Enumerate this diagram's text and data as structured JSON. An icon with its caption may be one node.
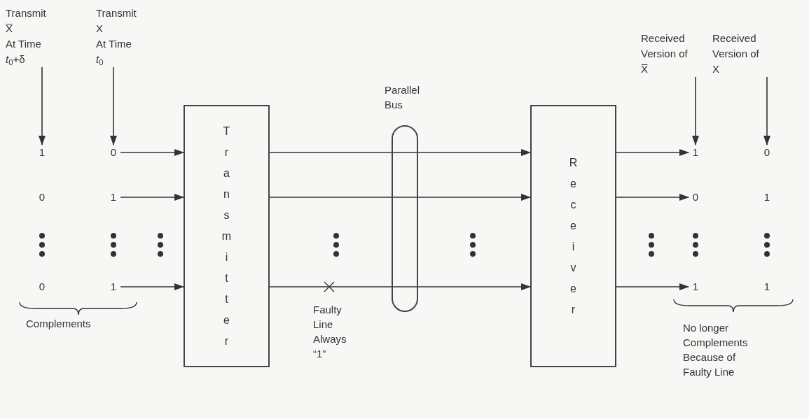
{
  "diagram": {
    "nodes": [
      {
        "text": [
          "Transmit",
          "X̅",
          "At Time",
          "*t*$_{0}$+δ"
        ]
      },
      {
        "text": [
          "Transmit",
          "X",
          "At Time",
          "*t*$_{0}$"
        ]
      },
      {
        "text": [
          "Received",
          "Version of",
          "X̅"
        ]
      },
      {
        "text": [
          "Received",
          "Version of",
          "X"
        ]
      },
      {
        "text": [
          "1"
        ]
      },
      {
        "text": [
          "0"
        ]
      },
      {
        "text": [
          "0"
        ]
      },
      {
        "text": [
          "1"
        ]
      },
      {
        "text": [
          "0"
        ]
      },
      {
        "text": [
          "1"
        ]
      },
      {
        "text": [
          "Transmitter"
        ]
      },
      {
        "text": [
          "Receiver"
        ]
      },
      {
        "text": [
          "1"
        ]
      },
      {
        "text": [
          "0"
        ]
      },
      {
        "text": [
          "0"
        ]
      },
      {
        "text": [
          "1"
        ]
      },
      {
        "text": [
          "1"
        ]
      },
      {
        "text": [
          "1"
        ]
      }
    ],
    "edges": [
      {
        "from": 0,
        "to": 4,
        "arrow": "to"
      },
      {
        "from": 1,
        "to": 5,
        "arrow": "to"
      },
      {
        "from": 2,
        "to": 12,
        "arrow": "to"
      },
      {
        "from": 3,
        "to": 13,
        "arrow": "to"
      },
      {
        "from": 5,
        "to": 10,
        "arrow": "to"
      },
      {
        "from": 7,
        "to": 10,
        "arrow": "to"
      },
      {
        "from": 9,
        "to": 10,
        "arrow": "to"
      },
      {
        "from": 10,
        "to": 11,
        "arrow": "to"
      },
      {
        "from": 10,
        "to": 11,
        "arrow": "to"
      },
      {
        "from": 10,
        "to": 11,
        "arrow": "to"
      },
      {
        "from": 11,
        "to": 12,
        "arrow": "to"
      },
      {
        "from": 11,
        "to": 14,
        "arrow": "to"
      },
      {
        "from": 11,
        "to": 16,
        "arrow": "to"
      }
    ],
    "labels": [
      "Parallel Bus",
      "Complements",
      "Faulty Line Always “1”",
      "No longer Complements Because of Faulty Line"
    ]
  }
}
